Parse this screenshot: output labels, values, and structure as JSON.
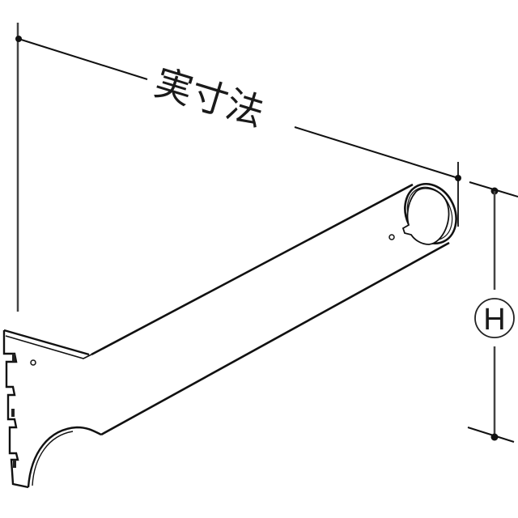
{
  "diagram": {
    "type": "technical-drawing",
    "subject": "shelf bracket with round pipe holder",
    "colors": {
      "line": "#111111",
      "background": "#ffffff",
      "dimension": "#333333"
    },
    "dimensions": {
      "length_label": "実寸法",
      "height_label": "H"
    }
  }
}
